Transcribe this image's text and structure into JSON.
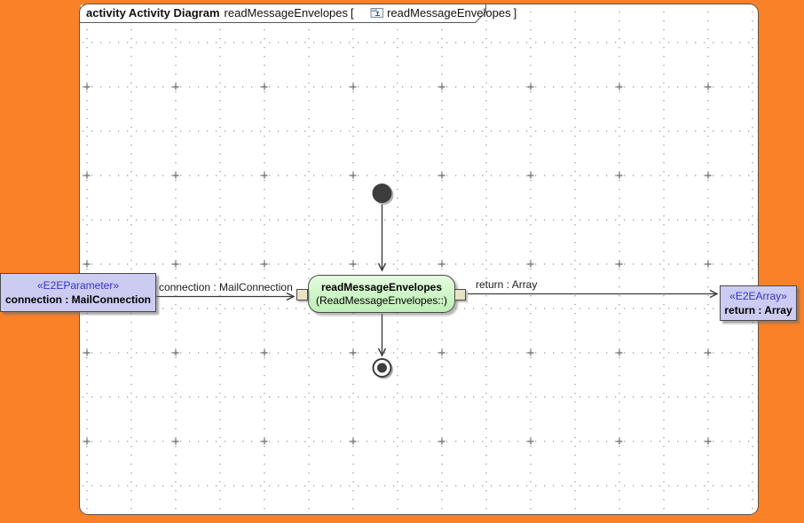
{
  "frame": {
    "heading_bold": "activity Activity Diagram",
    "diagram_name": "readMessageEnvelopes",
    "bracket_open": "[",
    "context_ref": "readMessageEnvelopes",
    "bracket_close": "]"
  },
  "action": {
    "name": "readMessageEnvelopes",
    "behavior_ref": "(ReadMessageEnvelopes::)"
  },
  "parameters": {
    "input": {
      "stereotype": "«E2EParameter»",
      "label": "connection : MailConnection"
    },
    "output": {
      "stereotype": "«E2EArray»",
      "label": "return : Array"
    }
  },
  "flows": {
    "input_label": "connection : MailConnection",
    "output_label": "return : Array"
  },
  "icons": {
    "frame_diagram_icon": "activity-diagram-icon"
  },
  "colors": {
    "background_orange": "#fb8128",
    "canvas_white": "#ffffff",
    "action_green": "#cdf5c6",
    "parameter_lavender": "#ccccf2",
    "pin_tan": "#e9e3c5",
    "stereotype_blue": "#3333cc",
    "edge_dark": "#3d3d3d",
    "frame_border_gray": "#565656",
    "grid_dot_gray": "#9a9a9a"
  }
}
